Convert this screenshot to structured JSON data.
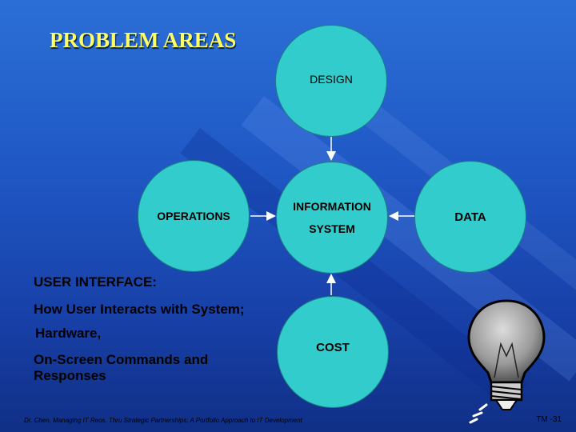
{
  "title": "PROBLEM AREAS",
  "nodes": {
    "design": "DESIGN",
    "operations": "OPERATIONS",
    "information": "INFORMATION",
    "system": "SYSTEM",
    "data": "DATA",
    "cost": "COST"
  },
  "user_interface": {
    "heading": "USER INTERFACE:",
    "line1": "How User Interacts with System;",
    "line2": "Hardware,",
    "line3": "On-Screen Commands and",
    "line4": "Responses"
  },
  "footer": "Dr. Chen, Managing IT Reos. Thru Strategic Partnerships; A Portfolio Approach to IT Development",
  "slide_number": "TM -31",
  "colors": {
    "circle": "#33cccc",
    "title": "#ffff66",
    "background": "#1f57c4"
  },
  "icons": {
    "bulb": "light-bulb-icon"
  }
}
